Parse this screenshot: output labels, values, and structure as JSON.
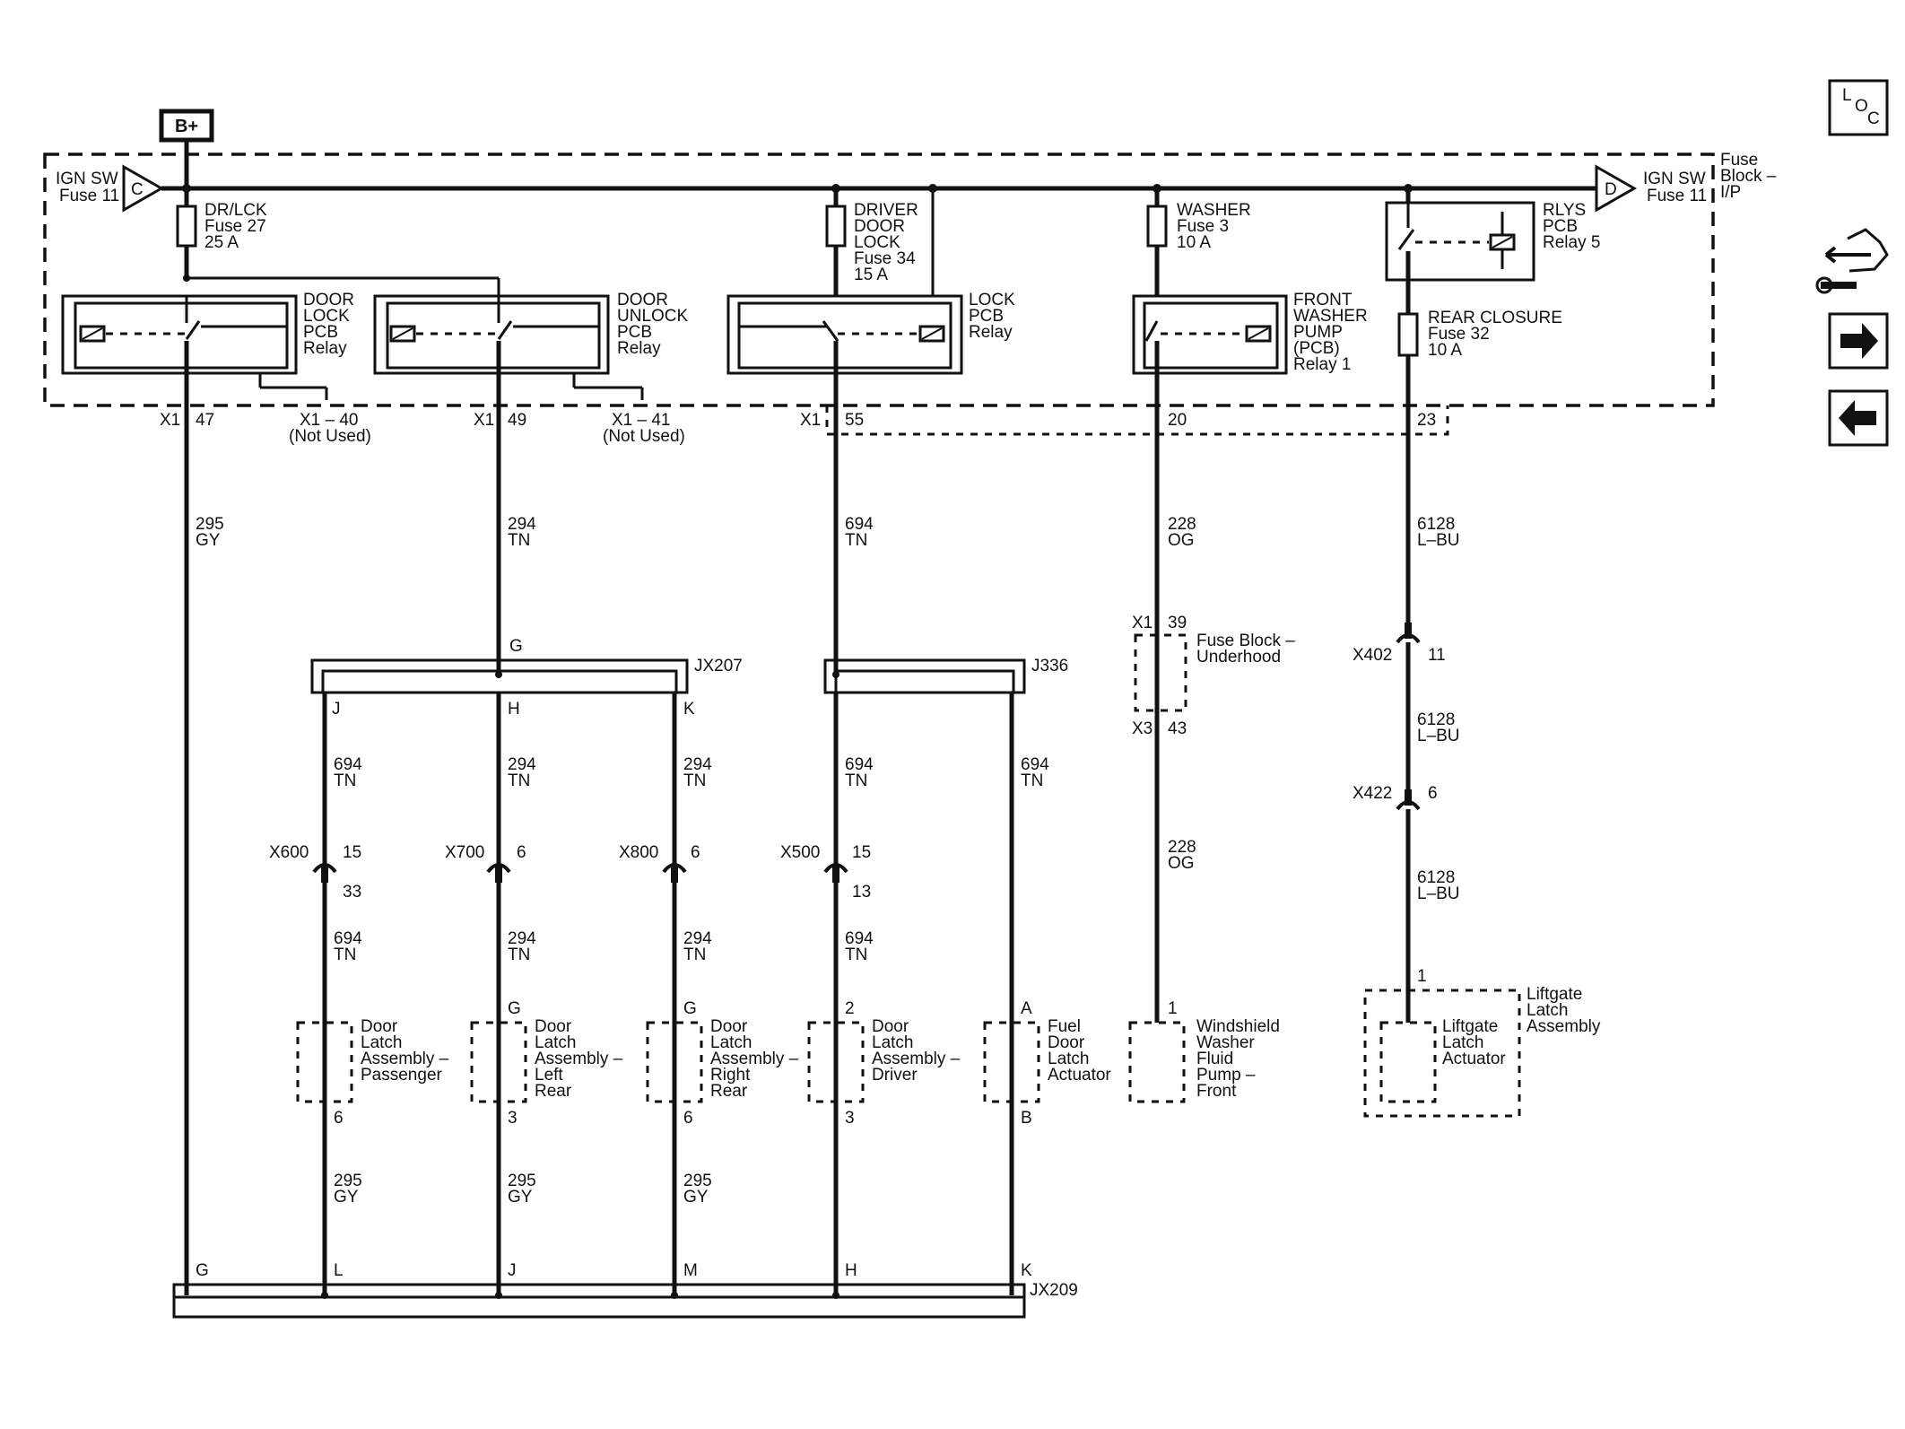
{
  "power": {
    "bplus": "B+"
  },
  "fuse_block": {
    "label_1": "Fuse",
    "label_2": "Block –",
    "label_3": "I/P",
    "ign_left": {
      "line1": "IGN SW",
      "line2": "Fuse 11",
      "letter": "C"
    },
    "ign_right": {
      "line1": "IGN SW",
      "line2": "Fuse 11",
      "letter": "D"
    }
  },
  "fuses": {
    "drlck": [
      "DR/LCK",
      "Fuse 27",
      "25 A"
    ],
    "driver": [
      "DRIVER",
      "DOOR",
      "LOCK",
      "Fuse 34",
      "15 A"
    ],
    "washer": [
      "WASHER",
      "Fuse 3",
      "10 A"
    ],
    "rear": [
      "REAR CLOSURE",
      "Fuse 32",
      "10 A"
    ]
  },
  "relays": {
    "door_lock": [
      "DOOR",
      "LOCK",
      "PCB",
      "Relay"
    ],
    "door_unlock": [
      "DOOR",
      "UNLOCK",
      "PCB",
      "Relay"
    ],
    "lock": [
      "LOCK",
      "PCB",
      "Relay"
    ],
    "front_washer": [
      "FRONT",
      "WASHER",
      "PUMP",
      "(PCB)",
      "Relay 1"
    ],
    "rlys": [
      "RLYS",
      "PCB",
      "Relay 5"
    ]
  },
  "pins_x1": {
    "x1_a": "X1",
    "p47": "47",
    "x1_40": "X1 – 40",
    "not_used_a": "(Not Used)",
    "x1_b": "X1",
    "p49": "49",
    "x1_41": "X1 – 41",
    "not_used_b": "(Not Used)",
    "x1_c": "X1",
    "p55": "55",
    "p20": "20",
    "p23": "23"
  },
  "wires": {
    "w295_num": "295",
    "w295_col": "GY",
    "w294_num": "294",
    "w294_col": "TN",
    "w694_num": "694",
    "w694_col": "TN",
    "w228_num": "228",
    "w228_col": "OG",
    "w6128_num": "6128",
    "w6128_col": "L–BU"
  },
  "splices": {
    "jx207": "JX207",
    "j336": "J336",
    "jx209": "JX209",
    "g_top": "G",
    "j": "J",
    "h": "H",
    "k": "K",
    "bot_g": "G",
    "bot_l": "L",
    "bot_j": "J",
    "bot_m": "M",
    "bot_h": "H",
    "bot_k": "K"
  },
  "connectors": {
    "x600": "X600",
    "x600_a": "15",
    "x600_b": "33",
    "x700": "X700",
    "x700_a": "6",
    "x800": "X800",
    "x800_a": "6",
    "x500": "X500",
    "x500_a": "15",
    "x500_b": "13",
    "x402": "X402",
    "x402_a": "11",
    "x422": "X422",
    "x422_a": "6",
    "fb_x1": "X1",
    "fb_39": "39",
    "fb_x3": "X3",
    "fb_43": "43",
    "fb_label_1": "Fuse Block –",
    "fb_label_2": "Underhood"
  },
  "components": {
    "passenger": [
      "Door",
      "Latch",
      "Assembly –",
      "Passenger"
    ],
    "left_rear": [
      "Door",
      "Latch",
      "Assembly –",
      "Left",
      "Rear"
    ],
    "right_rear": [
      "Door",
      "Latch",
      "Assembly –",
      "Right",
      "Rear"
    ],
    "driver": [
      "Door",
      "Latch",
      "Assembly –",
      "Driver"
    ],
    "fuel": [
      "Fuel",
      "Door",
      "Latch",
      "Actuator"
    ],
    "washer_pump": [
      "Windshield",
      "Washer",
      "Fluid",
      "Pump –",
      "Front"
    ],
    "liftgate_actuator": [
      "Liftgate",
      "Latch",
      "Actuator"
    ],
    "liftgate_assembly": [
      "Liftgate",
      "Latch",
      "Assembly"
    ]
  },
  "component_pins": {
    "pass_top": "",
    "pass_bot": "6",
    "lr_top": "G",
    "lr_bot": "3",
    "rr_top": "G",
    "rr_bot": "6",
    "drv_top": "2",
    "drv_bot": "3",
    "fuel_top": "A",
    "fuel_bot": "B",
    "pump_top": "1",
    "lift_top": "1"
  },
  "nav": {
    "loc": {
      "l": "L",
      "o": "O",
      "c": "C"
    },
    "connector_icon": "connector-view-icon",
    "next_icon": "arrow-right-icon",
    "prev_icon": "arrow-left-icon"
  }
}
